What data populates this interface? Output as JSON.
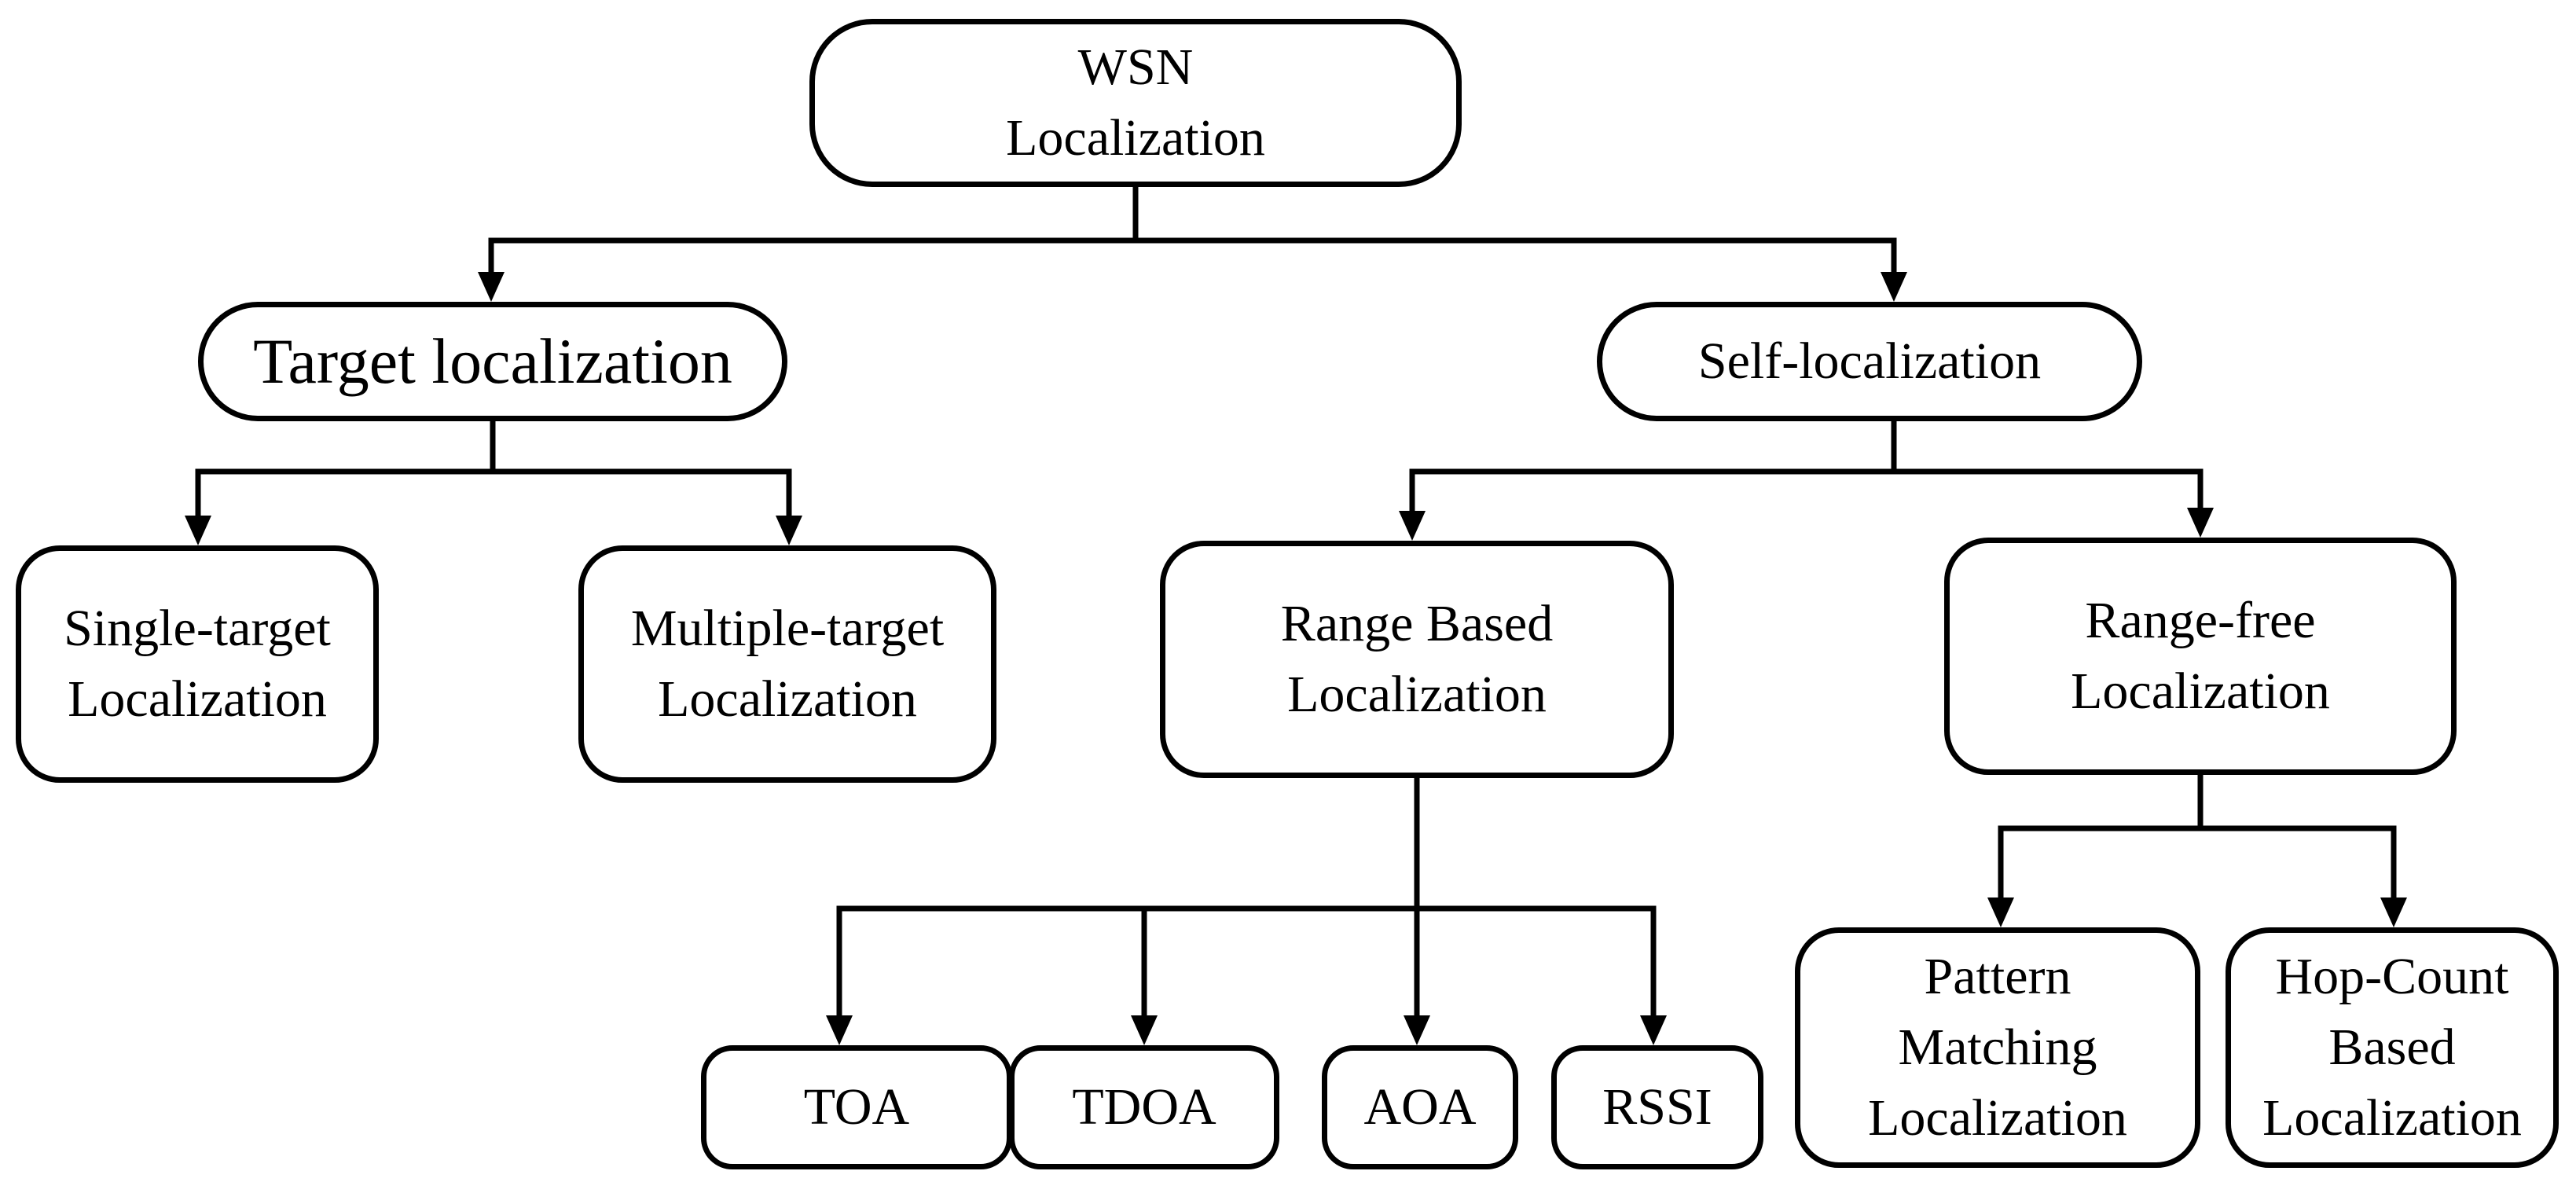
{
  "nodes": {
    "root": [
      "WSN",
      "Localization"
    ],
    "target": [
      "Target localization"
    ],
    "self": [
      "Self-localization"
    ],
    "single": [
      "Single-target",
      "Localization"
    ],
    "multiple": [
      "Multiple-target",
      "Localization"
    ],
    "range_based": [
      "Range Based",
      "Localization"
    ],
    "range_free": [
      "Range-free",
      "Localization"
    ],
    "toa": [
      "TOA"
    ],
    "tdoa": [
      "TDOA"
    ],
    "aoa": [
      "AOA"
    ],
    "rssi": [
      "RSSI"
    ],
    "pattern": [
      "Pattern",
      "Matching",
      "Localization"
    ],
    "hopcount": [
      "Hop-Count",
      "Based",
      "Localization"
    ]
  }
}
